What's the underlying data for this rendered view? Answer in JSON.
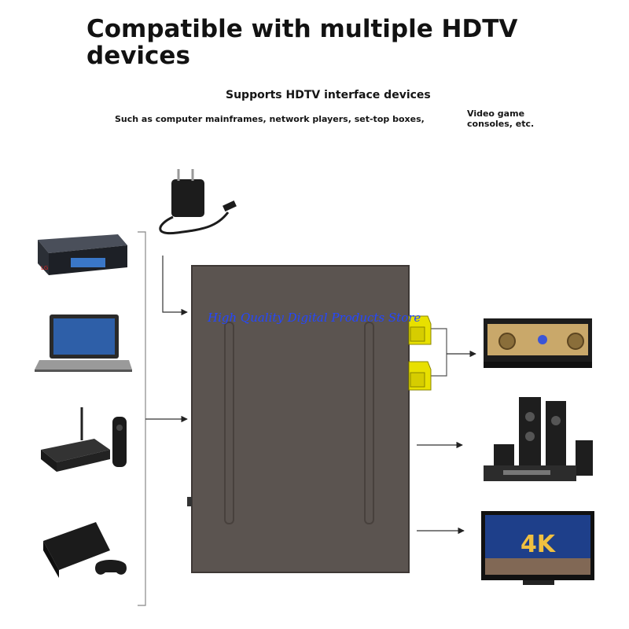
{
  "headline": "Compatible with multiple HDTV devices",
  "subheading": "Supports HDTV interface devices",
  "description": "Such as computer mainframes, network players, set-top boxes,",
  "description_extra": "Video game consoles, etc.",
  "watermark": "High Quality Digital Products Store",
  "tv_badge": "4K",
  "colors": {
    "device_body": "#5b5450",
    "rca_jack": "#e8e000",
    "tv_screen": "#1e3f8a",
    "badge_text": "#f0c040"
  },
  "icons": {
    "power": "power-adapter-icon",
    "bluray": "bluray-player-icon",
    "laptop": "laptop-icon",
    "settop": "tv-box-icon",
    "console": "game-console-icon",
    "amplifier": "amplifier-icon",
    "speakers": "home-theater-icon",
    "tv": "tv-icon"
  }
}
